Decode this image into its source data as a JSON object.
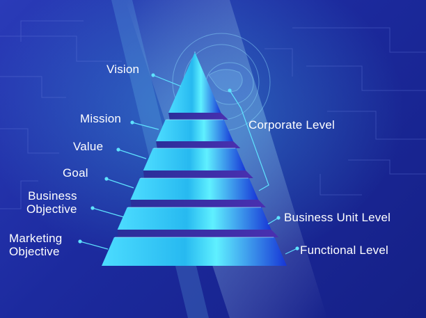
{
  "pyramid_levels": [
    {
      "label": "Vision"
    },
    {
      "label": "Mission"
    },
    {
      "label": "Value"
    },
    {
      "label": "Goal"
    },
    {
      "label": "Business\nObjective"
    },
    {
      "label": "Marketing\nObjective"
    }
  ],
  "groups": [
    {
      "label": "Corporate Level"
    },
    {
      "label": "Business Unit Level"
    },
    {
      "label": "Functional Level"
    }
  ],
  "colors": {
    "background": "#1c2a9e",
    "pyramid_light": "#5fe9ff",
    "pyramid_mid": "#1ab8ee",
    "pyramid_dark": "#1a3bd8",
    "leader_line": "#5fe3ff",
    "text": "#ffffff"
  }
}
